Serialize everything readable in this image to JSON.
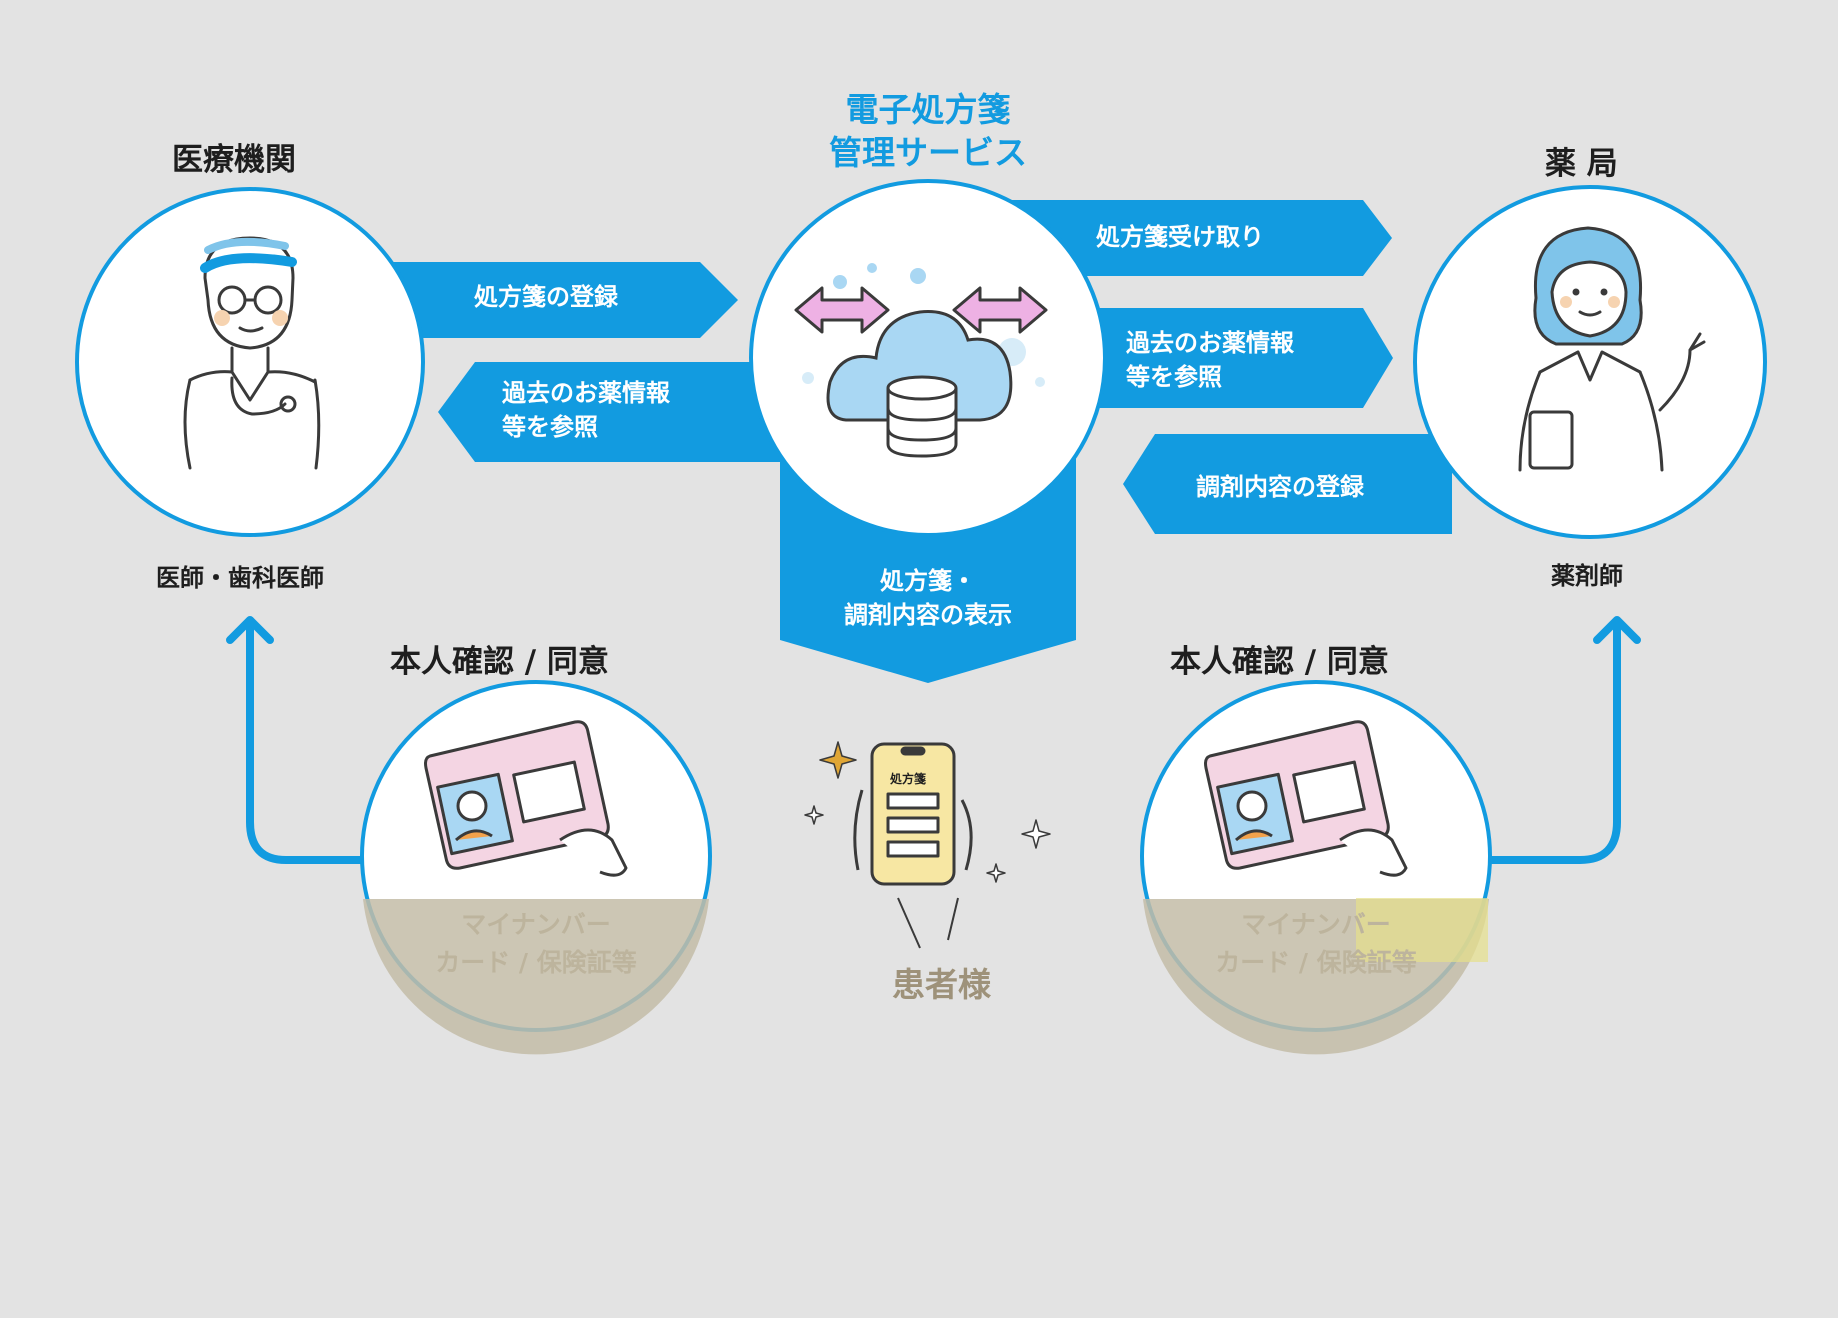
{
  "service": {
    "line1": "電子処方箋",
    "line2": "管理サービス"
  },
  "hospital": {
    "title": "医療機関",
    "role": "医師・歯科医師"
  },
  "pharmacy": {
    "title": "薬 局",
    "role": "薬剤師"
  },
  "arrows": {
    "register_prescription": "処方箋の登録",
    "past_info_left": {
      "line1": "過去のお薬情報",
      "line2": "等を参照"
    },
    "receive_prescription": "処方箋受け取り",
    "past_info_right": {
      "line1": "過去のお薬情報",
      "line2": "等を参照"
    },
    "register_dispensing": "調剤内容の登録",
    "display": {
      "line1": "処方箋・",
      "line2": "調剤内容の表示"
    }
  },
  "identity": {
    "left_title": "本人確認 / 同意",
    "right_title": "本人確認 / 同意"
  },
  "card_caption": {
    "line1": "マイナンバー",
    "line2": "カード / 保険証等"
  },
  "patient": {
    "label": "患者様",
    "phone_label": "処方箋"
  },
  "colors": {
    "accent": "#129be0",
    "background": "#e3e3e3",
    "card": "#f4d5e3",
    "phone": "#f7e7a3",
    "cloud": "#a9d7f3",
    "swap_arrows": "#eeb1e4"
  },
  "icons": [
    "doctor-icon",
    "cloud-database-icon",
    "pharmacist-icon",
    "id-card-icon",
    "smartphone-icon",
    "sparkle-icon"
  ]
}
